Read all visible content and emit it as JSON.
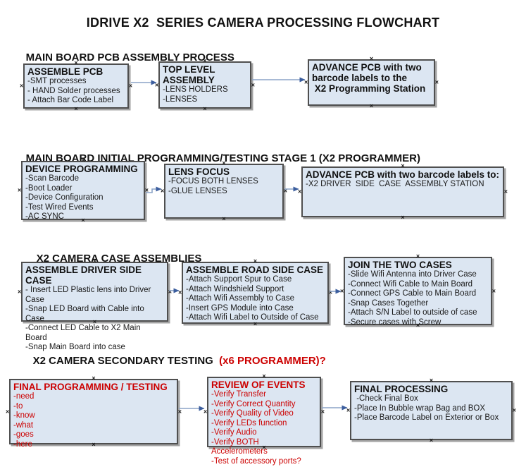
{
  "title": "IDRIVE X2  SERIES CAMERA PROCESSING FLOWCHART",
  "icons": {
    "connection_point": "×"
  },
  "colors": {
    "box_fill": "#dce6f2",
    "box_border": "#4f4f4f",
    "arrow_line": "#8ba3c7",
    "arrow_head": "#3c5e9e",
    "red_text": "#cc0000"
  },
  "sections": [
    {
      "header": "MAIN BOARD PCB ASSEMBLY PROCESS",
      "boxes": [
        {
          "title": "ASSEMBLE PCB",
          "items": [
            "-SMT processes",
            "- HAND Solder processes",
            "- Attach Bar Code Label"
          ]
        },
        {
          "title": "TOP LEVEL ASSEMBLY",
          "items": [
            "-LENS HOLDERS",
            "-LENSES"
          ]
        },
        {
          "title": "ADVANCE PCB with two\nbarcode labels to the\n X2 Programming Station",
          "items": []
        }
      ]
    },
    {
      "header": "MAIN BOARD INITIAL PROGRAMMING/TESTING STAGE 1 (X2 PROGRAMMER)",
      "boxes": [
        {
          "title": "DEVICE PROGRAMMING",
          "items": [
            "-Scan Barcode",
            "-Boot Loader",
            "-Device Configuration",
            "-Test Wired Events",
            "-AC SYNC"
          ]
        },
        {
          "title": "LENS FOCUS",
          "items": [
            "-FOCUS BOTH LENSES",
            "-GLUE LENSES"
          ]
        },
        {
          "title": "ADVANCE PCB with two barcode labels to:",
          "items": [
            "-X2 DRIVER  SIDE  CASE  ASSEMBLY STATION"
          ]
        }
      ]
    },
    {
      "header": "X2 CAMERA CASE ASSEMBLIES",
      "boxes": [
        {
          "title": "ASSEMBLE DRIVER SIDE CASE",
          "items": [
            "- Insert LED Plastic lens into Driver Case",
            "-Snap LED Board with Cable into Case",
            "-Connect LED Cable to X2 Main Board",
            "-Snap Main Board into case"
          ]
        },
        {
          "title": "ASSEMBLE ROAD SIDE CASE",
          "items": [
            "-Attach Support Spur to Case",
            "-Attach Windshield Support",
            "-Attach Wifi Assembly to Case",
            "-Insert GPS Module into Case",
            "-Attach Wifi Label to Outside of Case"
          ]
        },
        {
          "title": "JOIN THE TWO CASES",
          "items": [
            "-Slide Wifi Antenna into Driver Case",
            "-Connect Wifi Cable to Main Board",
            "-Connect GPS Cable to Main Board",
            "-Snap Cases Together",
            "-Attach S/N Label to outside of case",
            "-Secure cases with Screw"
          ]
        }
      ]
    },
    {
      "header": "X2 CAMERA SECONDARY TESTING ",
      "header_red": " (x6 PROGRAMMER)?",
      "boxes": [
        {
          "title": "FINAL PROGRAMMING / TESTING",
          "items": [
            "-need",
            "-to",
            "-know",
            "-what",
            "-goes",
            "-here"
          ]
        },
        {
          "title": "REVIEW OF EVENTS",
          "items": [
            "-Verify Transfer",
            "-Verify Correct Quantity",
            "-Verify Quality of Video",
            "-Verify LEDs function",
            "-Verify Audio",
            "-Verify BOTH Accelerometers",
            "-Test of accessory ports?"
          ]
        },
        {
          "title": "FINAL PROCESSING",
          "items": [
            " -Check Final Box",
            "-Place In Bubble wrap Bag and BOX",
            "-Place Barcode Label on Exterior or Box"
          ]
        }
      ]
    }
  ]
}
